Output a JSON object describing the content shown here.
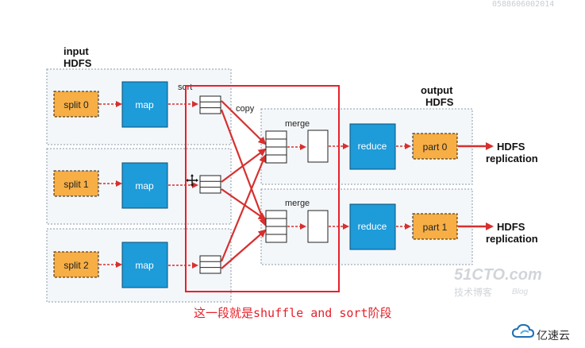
{
  "watermark_top": "0588606002014",
  "input_label_line1": "input",
  "input_label_line2": "HDFS",
  "output_label_line1": "output",
  "output_label_line2": "HDFS",
  "splits": [
    "split 0",
    "split 1",
    "split 2"
  ],
  "map_label": "map",
  "sort_label": "sort",
  "copy_label": "copy",
  "merge_label": "merge",
  "reduce_label": "reduce",
  "parts": [
    "part 0",
    "part 1"
  ],
  "hdfs_out_line1": "HDFS",
  "hdfs_out_line2": "replication",
  "caption": "这一段就是shuffle and sort阶段",
  "site_logo": "51CTO.com",
  "site_logo_sub": "技术博客",
  "site_logo_blog": "Blog",
  "brand": "亿速云",
  "colors": {
    "split_fill": "#f6ae45",
    "map_fill": "#1e9bd9",
    "arrow": "#d6302f",
    "highlight_rect": "#e8202a",
    "dashed_border": "#8a9aa8",
    "panel_fill": "#f4f7fa"
  }
}
